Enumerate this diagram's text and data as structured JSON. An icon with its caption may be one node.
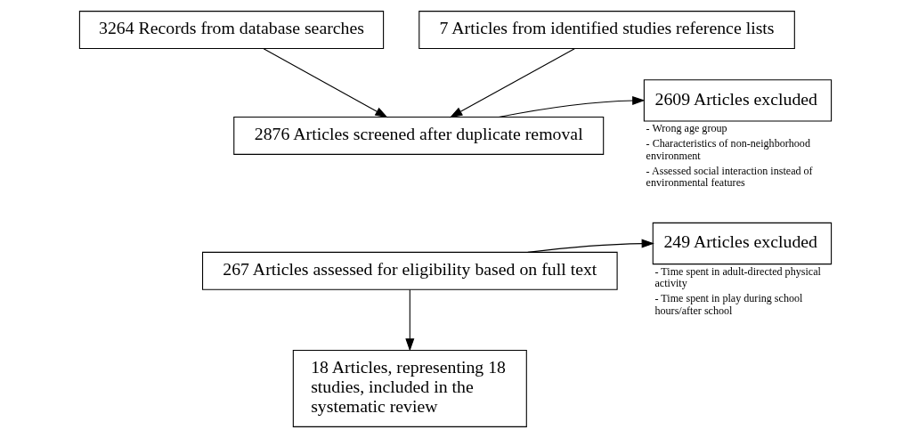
{
  "diagram": {
    "nodes": [
      {
        "text": [
          "3264 Records from database searches"
        ]
      },
      {
        "text": [
          "7 Articles from identified studies reference lists"
        ]
      },
      {
        "text": [
          "2876 Articles screened after duplicate removal"
        ]
      },
      {
        "text": [
          "2609 Articles excluded"
        ],
        "beside": [
          "- Wrong age group",
          "- Characteristics of non-neighborhood environment",
          "- Assessed social interaction instead of environmental features"
        ]
      },
      {
        "text": [
          "267 Articles assessed for eligibility based on full text"
        ]
      },
      {
        "text": [
          "249 Articles excluded"
        ],
        "beside": [
          "- Time spent in adult-directed physical activity",
          "- Time spent in play during school hours/after school"
        ]
      },
      {
        "text": [
          "18 Articles, representing 18 studies, included in the systematic review"
        ]
      }
    ],
    "edges": [
      {
        "from": 0,
        "to": 2,
        "arrow": "to"
      },
      {
        "from": 1,
        "to": 2,
        "arrow": "to"
      },
      {
        "from": 2,
        "to": 3,
        "arrow": "to"
      },
      {
        "from": 4,
        "to": 5,
        "arrow": "to"
      },
      {
        "from": 4,
        "to": 6,
        "arrow": "to"
      }
    ]
  }
}
